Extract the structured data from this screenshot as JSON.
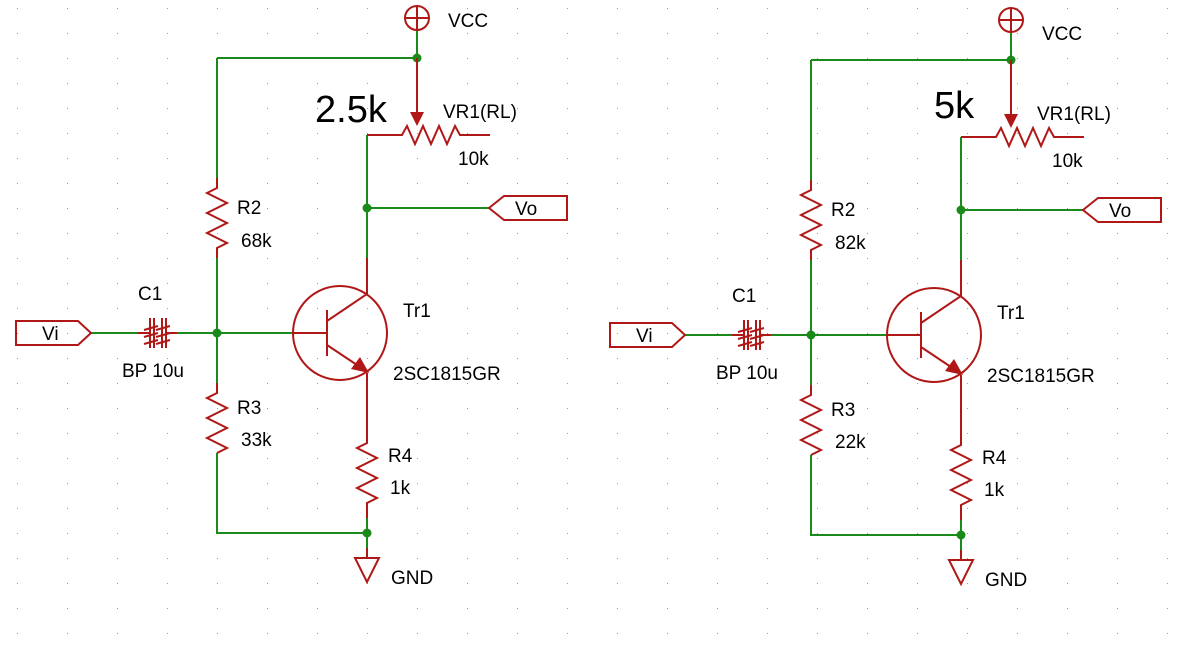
{
  "colors": {
    "wire": "#1a8a1a",
    "component": "#b01818",
    "text": "#000000",
    "grid_dot": "#9a9a9a"
  },
  "circuits": [
    {
      "id": "left",
      "vcc": "VCC",
      "gnd": "GND",
      "vi": "Vi",
      "vo": "Vo",
      "wiper_setting": "2.5k",
      "vr_name": "VR1(RL)",
      "vr_value": "10k",
      "r2_name": "R2",
      "r2_value": "68k",
      "r3_name": "R3",
      "r3_value": "33k",
      "r4_name": "R4",
      "r4_value": "1k",
      "c1_name": "C1",
      "c1_value": "BP 10u",
      "tr_name": "Tr1",
      "tr_part": "2SC1815GR"
    },
    {
      "id": "right",
      "vcc": "VCC",
      "gnd": "GND",
      "vi": "Vi",
      "vo": "Vo",
      "wiper_setting": "5k",
      "vr_name": "VR1(RL)",
      "vr_value": "10k",
      "r2_name": "R2",
      "r2_value": "82k",
      "r3_name": "R3",
      "r3_value": "22k",
      "r4_name": "R4",
      "r4_value": "1k",
      "c1_name": "C1",
      "c1_value": "BP 10u",
      "tr_name": "Tr1",
      "tr_part": "2SC1815GR"
    }
  ]
}
